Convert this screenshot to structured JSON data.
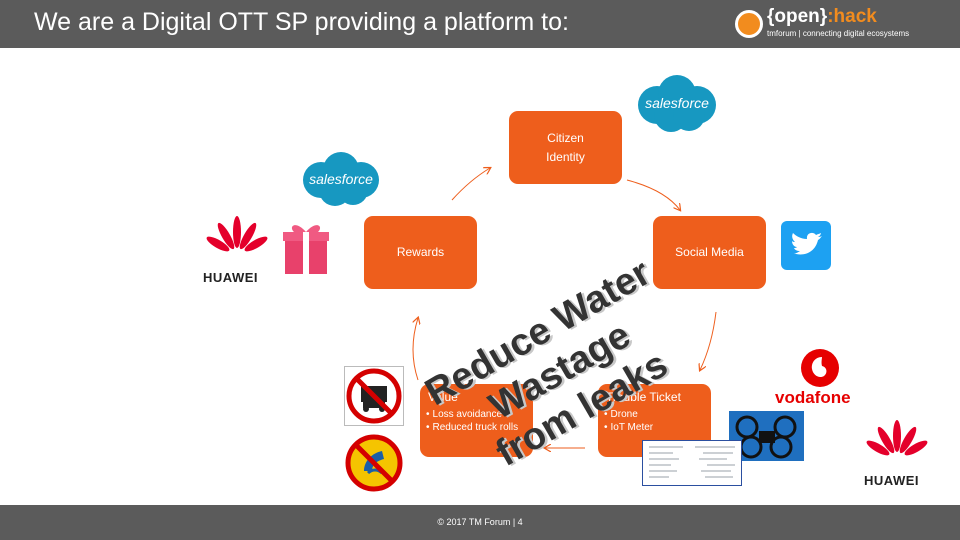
{
  "header": {
    "title": "We are a Digital OTT SP providing a platform to:",
    "logo_main": "{open}",
    "logo_accent": ":hack",
    "logo_sub": "tmforum | connecting digital ecosystems"
  },
  "flow": {
    "citizen_identity": "Citizen Identity",
    "social_media": "Social Media",
    "rewards": "Rewards",
    "trouble_ticket": {
      "title": "Trouble  Ticket",
      "items": [
        "Drone",
        "IoT Meter"
      ]
    },
    "value": {
      "title": "Value",
      "items": [
        "Loss avoidance",
        "Reduced truck rolls"
      ]
    }
  },
  "overlay": {
    "line1": "Reduce Water",
    "line2": "Wastage",
    "line3": "from leaks"
  },
  "logos": {
    "salesforce": "salesforce",
    "huawei": "HUAWEI",
    "vodafone": "vodafone"
  },
  "footer": {
    "text": "© 2017 TM Forum   |   4"
  },
  "colors": {
    "accent": "#ee5e1c",
    "header": "#5b5b5b",
    "salesforce": "#1798c1",
    "huawei": "#e4002b",
    "vodafone": "#e60000",
    "twitter": "#1da1f2"
  }
}
